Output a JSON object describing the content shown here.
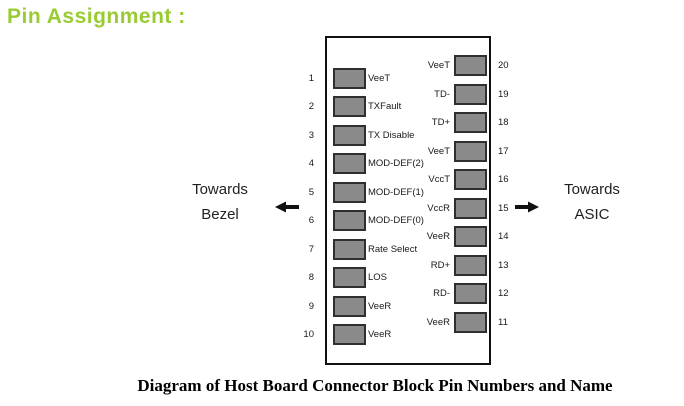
{
  "title": "Pin Assignment :",
  "caption": "Diagram of Host Board Connector Block Pin Numbers and Name",
  "annotations": {
    "bezel": {
      "line1": "Towards",
      "line2": "Bezel"
    },
    "asic": {
      "line1": "Towards",
      "line2": "ASIC"
    }
  },
  "icons": {
    "towards_bezel_arrow": "left-arrow-icon",
    "towards_asic_arrow": "right-arrow-icon"
  },
  "colors": {
    "title_green": "#99cc33",
    "pad_fill": "#8a8a8a",
    "pad_border": "#2f2f2f",
    "block_border": "#111111",
    "arrow_black": "#111111"
  },
  "connector": {
    "left_pins": [
      {
        "number": "1",
        "label": "VeeT"
      },
      {
        "number": "2",
        "label": "TXFault"
      },
      {
        "number": "3",
        "label": "TX Disable"
      },
      {
        "number": "4",
        "label": "MOD-DEF(2)"
      },
      {
        "number": "5",
        "label": "MOD-DEF(1)"
      },
      {
        "number": "6",
        "label": "MOD-DEF(0)"
      },
      {
        "number": "7",
        "label": "Rate Select"
      },
      {
        "number": "8",
        "label": "LOS"
      },
      {
        "number": "9",
        "label": "VeeR"
      },
      {
        "number": "10",
        "label": "VeeR"
      }
    ],
    "right_pins": [
      {
        "number": "20",
        "label": "VeeT"
      },
      {
        "number": "19",
        "label": "TD-"
      },
      {
        "number": "18",
        "label": "TD+"
      },
      {
        "number": "17",
        "label": "VeeT"
      },
      {
        "number": "16",
        "label": "VccT"
      },
      {
        "number": "15",
        "label": "VccR"
      },
      {
        "number": "14",
        "label": "VeeR"
      },
      {
        "number": "13",
        "label": "RD+"
      },
      {
        "number": "12",
        "label": "RD-"
      },
      {
        "number": "11",
        "label": "VeeR"
      }
    ]
  }
}
